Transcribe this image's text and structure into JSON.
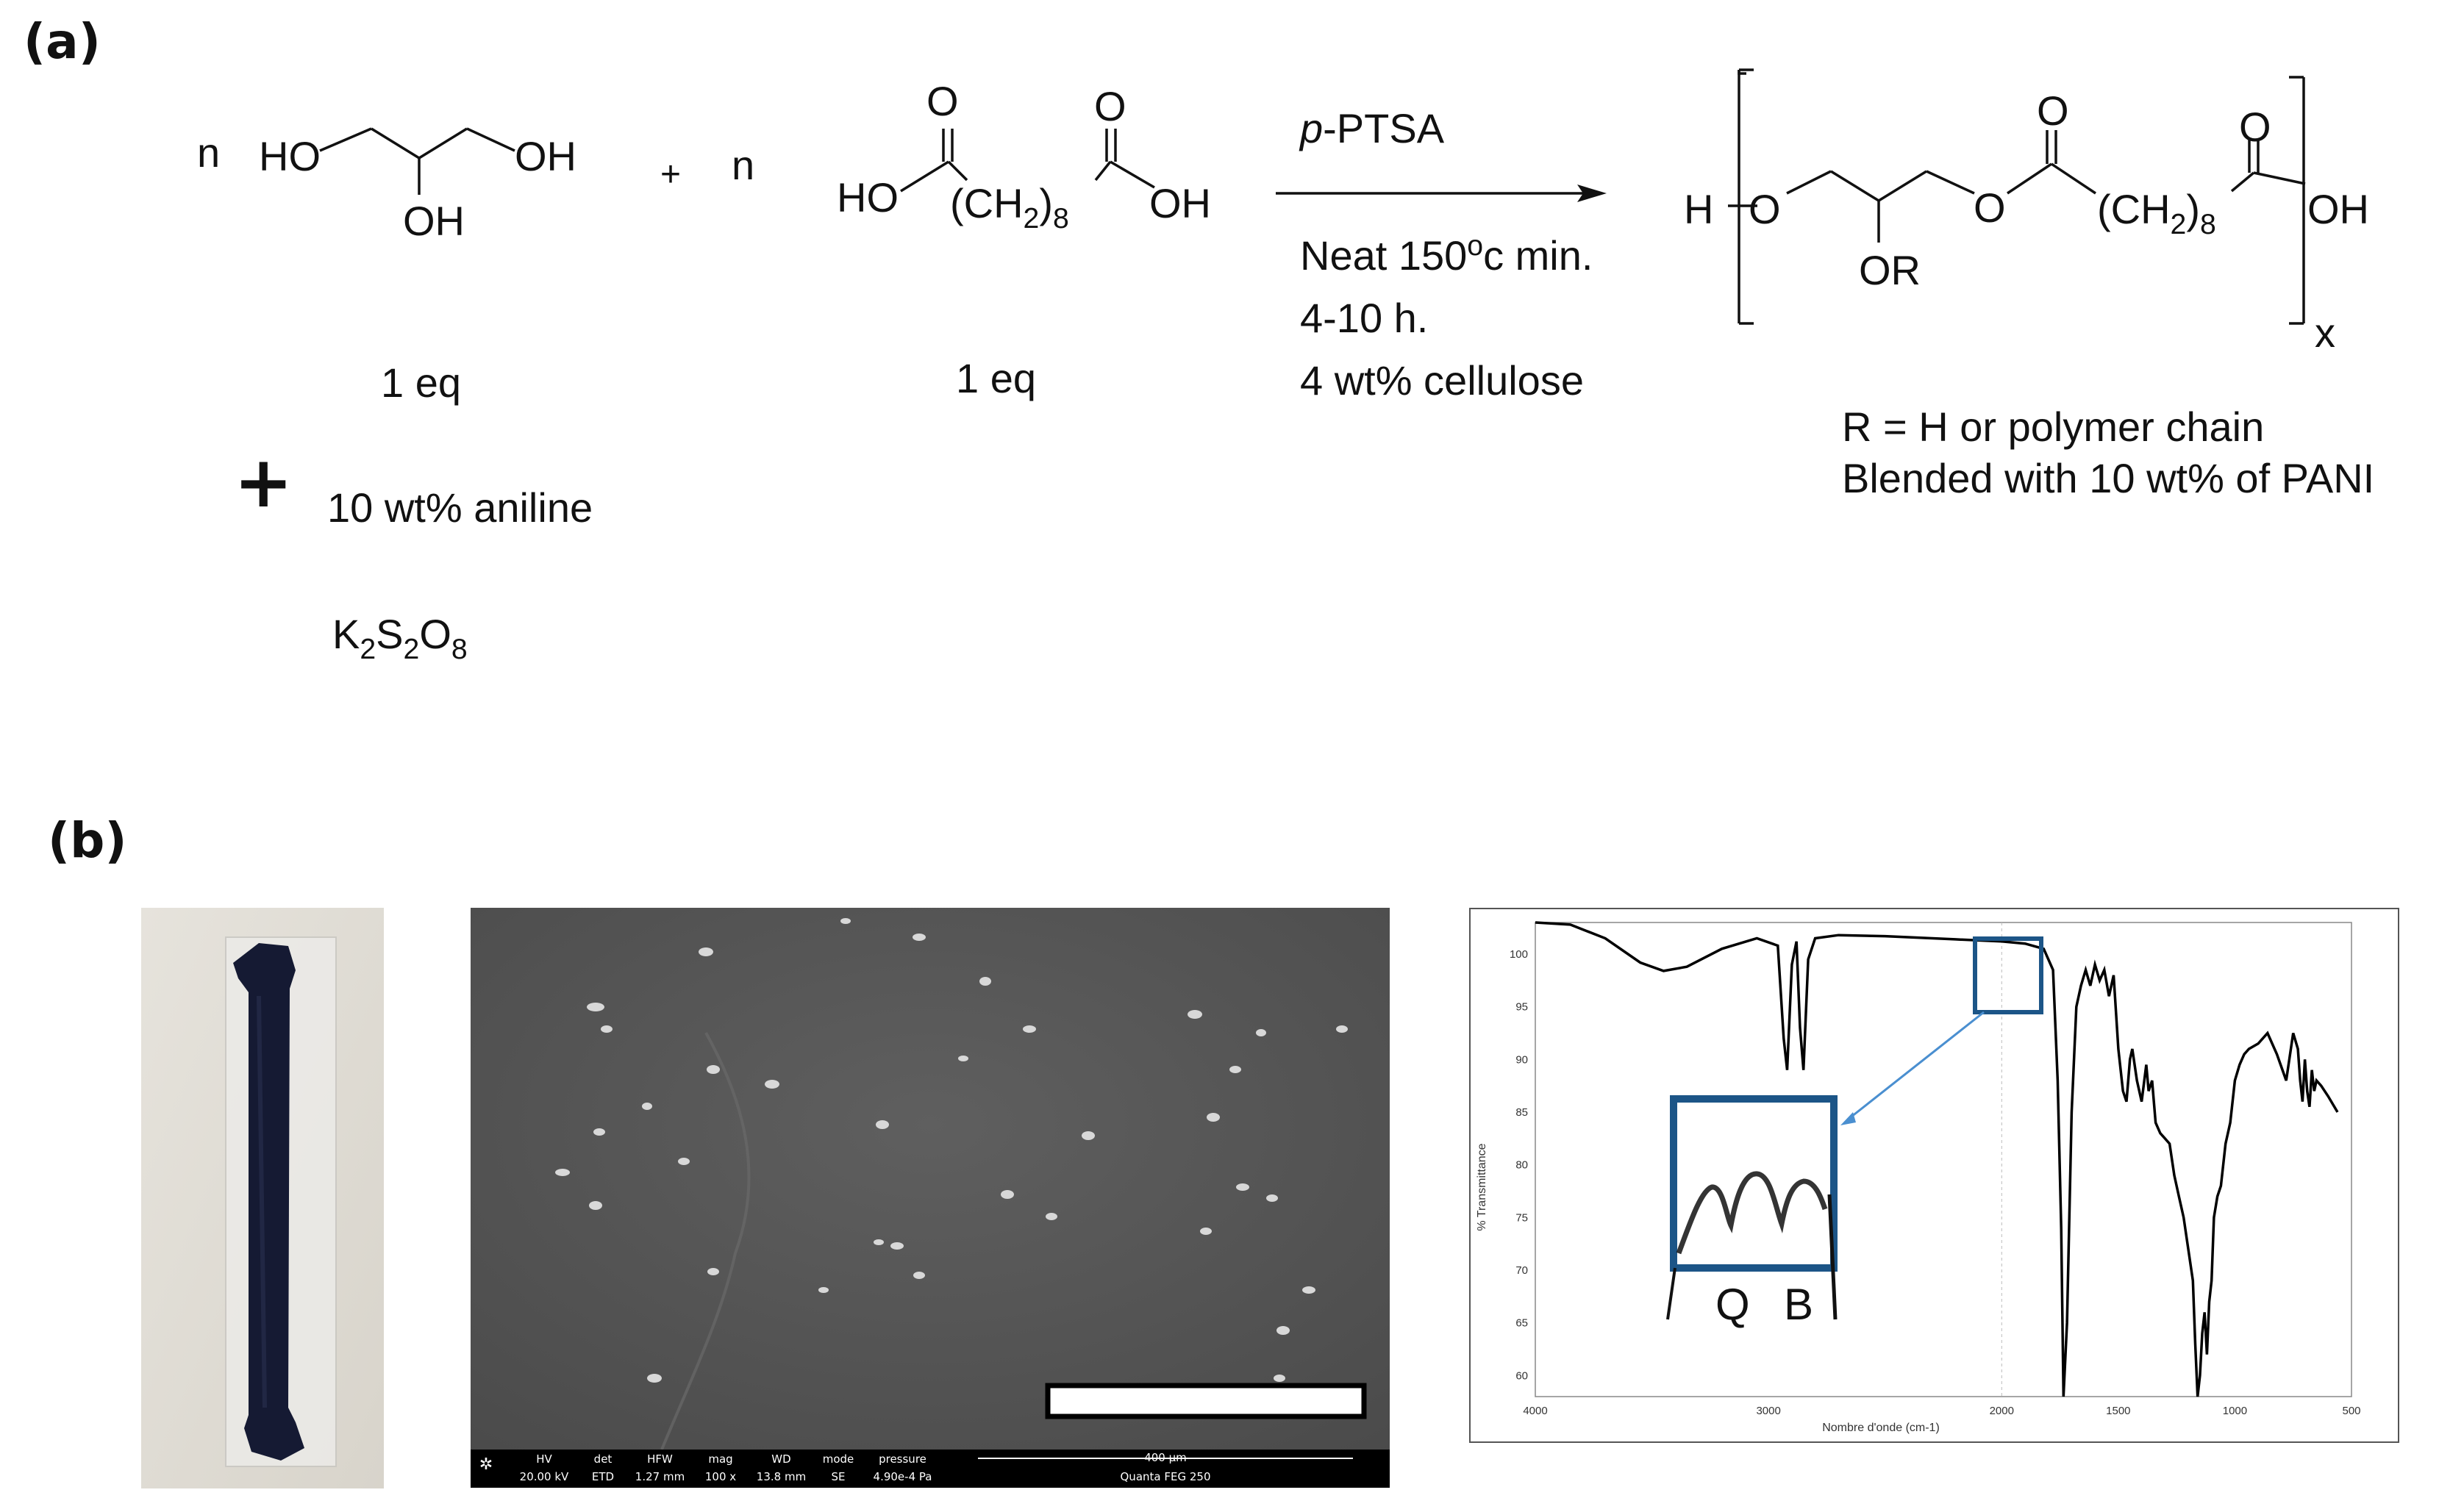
{
  "panel_a": {
    "label": "(a)",
    "reactant1": {
      "n": "n",
      "ho_left": "HO",
      "oh_right": "OH",
      "oh_bottom": "OH",
      "eq": "1 eq"
    },
    "plus_small": "+",
    "reactant2": {
      "n": "n",
      "ho": "HO",
      "chain": "(CH2)8",
      "oh": "OH",
      "o_left": "O",
      "o_right": "O",
      "eq": "1 eq"
    },
    "catalyst": "p-PTSA",
    "conditions": [
      "Neat 150°c min.",
      "4-10 h.",
      "4 wt% cellulose"
    ],
    "product": {
      "h": "H",
      "o1": "O",
      "or": "OR",
      "o2": "O",
      "o3": "O",
      "o4": "O",
      "chain": "(CH2)8",
      "oh": "OH",
      "x": "x"
    },
    "product_notes": [
      "R = H or polymer chain",
      "Blended with 10 wt% of PANI"
    ],
    "plus_large": "+",
    "aniline": "10 wt% aniline",
    "oxidant": "K2S2O8"
  },
  "panel_b": {
    "label": "(b)",
    "sem_info": {
      "headers": [
        "HV",
        "det",
        "HFW",
        "mag",
        "WD",
        "mode",
        "pressure",
        "400 µm"
      ],
      "values": [
        "20.00 kV",
        "ETD",
        "1.27 mm",
        "100 x",
        "13.8 mm",
        "SE",
        "4.90e-4 Pa",
        "Quanta FEG 250"
      ]
    },
    "ftir": {
      "ylabel": "% Transmittance",
      "xlabel": "Nombre d'onde (cm-1)",
      "inset_labels": [
        "Q",
        "B"
      ]
    }
  },
  "chart_data": {
    "type": "line",
    "title": "",
    "xlabel": "Nombre d'onde (cm-1)",
    "ylabel": "% Transmittance",
    "xlim": [
      4000,
      500
    ],
    "ylim": [
      58,
      103
    ],
    "xticks": [
      4000,
      3000,
      2000,
      1500,
      1000,
      500
    ],
    "yticks": [
      100,
      95,
      90,
      85,
      80,
      75,
      70,
      65,
      60
    ],
    "series": [
      {
        "x": [
          4000,
          3850,
          3700,
          3550,
          3450,
          3350,
          3200,
          3050,
          2960,
          2935,
          2920,
          2900,
          2880,
          2865,
          2850,
          2830,
          2800,
          2700,
          2500,
          2200,
          2000,
          1900,
          1820,
          1780,
          1760,
          1745,
          1735,
          1720,
          1700,
          1680,
          1660,
          1640,
          1620,
          1600,
          1580,
          1560,
          1540,
          1520,
          1500,
          1480,
          1465,
          1450,
          1440,
          1420,
          1400,
          1380,
          1370,
          1355,
          1340,
          1320,
          1300,
          1280,
          1260,
          1240,
          1220,
          1200,
          1180,
          1170,
          1160,
          1150,
          1140,
          1130,
          1120,
          1110,
          1100,
          1090,
          1075,
          1060,
          1040,
          1020,
          1000,
          980,
          960,
          940,
          900,
          860,
          820,
          780,
          750,
          730,
          720,
          710,
          700,
          690,
          680,
          670,
          660,
          650,
          630,
          600,
          560
        ],
        "y": [
          103,
          102.8,
          101.5,
          99.2,
          98.4,
          98.8,
          100.5,
          101.5,
          100.8,
          92,
          89,
          99,
          101.2,
          93,
          89,
          99.5,
          101.5,
          101.8,
          101.7,
          101.4,
          101.2,
          101,
          100.5,
          98.5,
          88,
          74,
          58,
          65,
          85,
          95,
          97,
          98.5,
          97,
          99,
          97.5,
          98.5,
          96,
          98,
          91,
          87,
          86,
          90,
          91,
          88,
          86,
          89.5,
          87,
          88,
          84,
          83,
          82.5,
          82,
          79,
          77,
          75,
          72,
          69,
          63,
          58,
          60,
          64,
          66,
          62,
          67,
          69,
          75,
          77,
          78,
          82,
          84,
          88,
          89.5,
          90.5,
          91,
          91.5,
          92.5,
          90.5,
          88,
          92.5,
          91,
          88,
          86,
          90,
          87,
          85.5,
          89,
          87,
          88,
          87.5,
          86.5,
          85
        ]
      }
    ]
  }
}
